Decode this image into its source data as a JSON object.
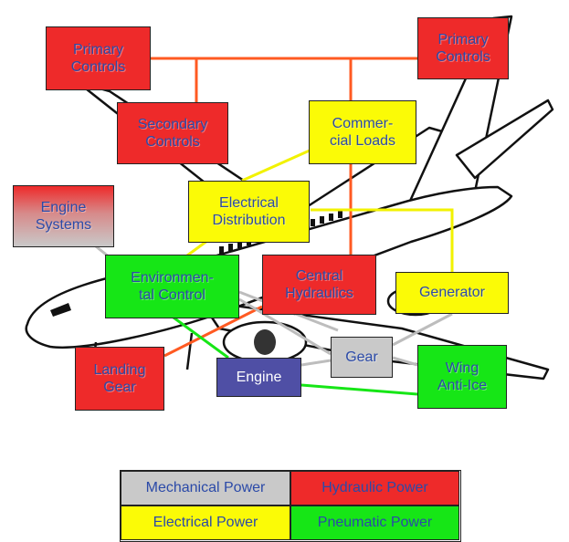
{
  "colors": {
    "mechanical": "#c9c9c9",
    "hydraulic": "#ee2a2a",
    "electrical": "#fbfb06",
    "pneumatic": "#16e616",
    "engine": "#4f4fa5",
    "text": "#2b4aa8"
  },
  "nodes": {
    "primary_controls_left": "Primary\nControls",
    "primary_controls_right": "Primary\nControls",
    "secondary_controls": "Secondary\nControls",
    "commercial_loads": "Commer-\ncial Loads",
    "engine_systems": "Engine\nSystems",
    "electrical_distribution": "Electrical\nDistribution",
    "environmental_control": "Environmen-\ntal Control",
    "central_hydraulics": "Central\nHydraulics",
    "generator": "Generator",
    "landing_gear": "Landing\nGear",
    "gear": "Gear",
    "engine": "Engine",
    "wing_anti_ice": "Wing\nAnti-Ice"
  },
  "legend": {
    "mechanical": "Mechanical Power",
    "hydraulic": "Hydraulic Power",
    "electrical": "Electrical Power",
    "pneumatic": "Pneumatic Power"
  },
  "connections": [
    {
      "from": "primary_controls_left",
      "to": "primary_controls_right",
      "type": "hydraulic"
    },
    {
      "from": "primary_controls_left",
      "to": "secondary_controls",
      "type": "hydraulic"
    },
    {
      "from": "central_hydraulics",
      "to": "primary_controls_right",
      "type": "hydraulic"
    },
    {
      "from": "central_hydraulics",
      "to": "landing_gear",
      "type": "hydraulic"
    },
    {
      "from": "electrical_distribution",
      "to": "commercial_loads",
      "type": "electrical"
    },
    {
      "from": "electrical_distribution",
      "to": "generator",
      "type": "electrical"
    },
    {
      "from": "electrical_distribution",
      "to": "environmental_control",
      "type": "electrical"
    },
    {
      "from": "environmental_control",
      "to": "engine",
      "type": "pneumatic"
    },
    {
      "from": "engine",
      "to": "wing_anti_ice",
      "type": "pneumatic"
    },
    {
      "from": "engine_systems",
      "to": "environmental_control",
      "type": "mechanical"
    },
    {
      "from": "environmental_control",
      "to": "gear",
      "type": "mechanical"
    },
    {
      "from": "engine",
      "to": "gear",
      "type": "mechanical"
    },
    {
      "from": "gear",
      "to": "wing_anti_ice",
      "type": "mechanical"
    }
  ]
}
